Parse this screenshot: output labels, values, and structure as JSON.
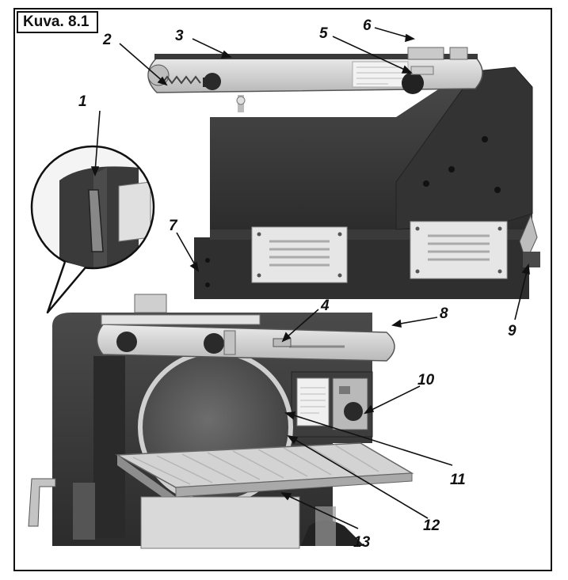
{
  "figure": {
    "caption": "Kuva. 8.1"
  },
  "callouts": [
    {
      "id": 1,
      "label": "1"
    },
    {
      "id": 2,
      "label": "2"
    },
    {
      "id": 3,
      "label": "3"
    },
    {
      "id": 4,
      "label": "4"
    },
    {
      "id": 5,
      "label": "5"
    },
    {
      "id": 6,
      "label": "6"
    },
    {
      "id": 7,
      "label": "7"
    },
    {
      "id": 8,
      "label": "8"
    },
    {
      "id": 9,
      "label": "9"
    },
    {
      "id": 10,
      "label": "10"
    },
    {
      "id": 11,
      "label": "11"
    },
    {
      "id": 12,
      "label": "12"
    },
    {
      "id": 13,
      "label": "13"
    }
  ],
  "colors": {
    "machine_body": "#3c3c3c",
    "belt_arm": "#d6d6d6",
    "disc": "#5a5a5a",
    "table": "#c8c8c8",
    "vent_plate": "#e4e4e4",
    "ink": "#111111"
  }
}
